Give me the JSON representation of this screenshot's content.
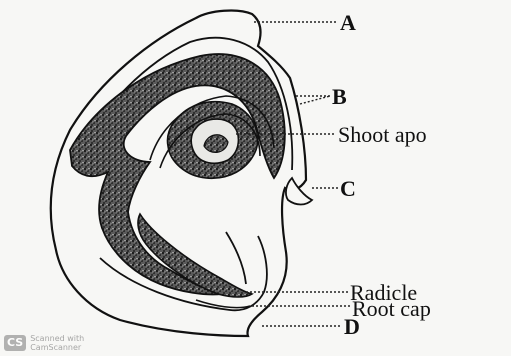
{
  "labels": {
    "a": "A",
    "b": "B",
    "shoot": "Shoot apo",
    "c": "C",
    "radicle": "Radicle",
    "root_cap": "Root cap",
    "d": "D"
  },
  "watermark": {
    "badge": "CS",
    "line1": "Scanned with",
    "line2": "CamScanner"
  },
  "colors": {
    "ink": "#111111",
    "paper": "#f7f7f5",
    "stipple": "#2a2a2a"
  }
}
